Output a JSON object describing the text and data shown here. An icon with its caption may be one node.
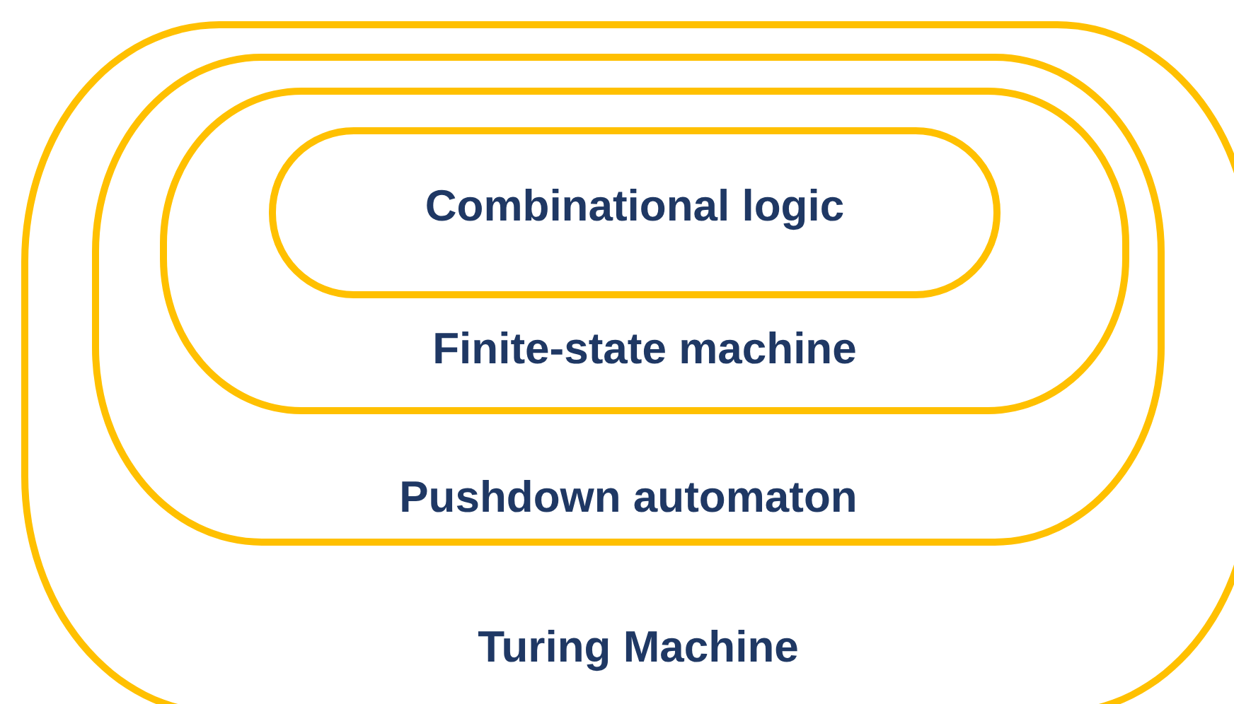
{
  "diagram": {
    "nodes": [
      {
        "text": [
          "Turing Machine"
        ]
      },
      {
        "text": [
          "Pushdown automaton"
        ],
        "in": 0
      },
      {
        "text": [
          "Finite-state machine"
        ],
        "in": 1
      },
      {
        "text": [
          "Combinational logic"
        ],
        "in": 2
      }
    ]
  }
}
